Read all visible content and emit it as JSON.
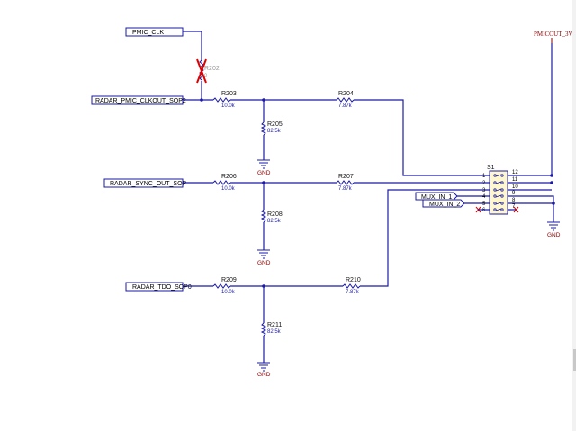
{
  "nets": {
    "pmic_clk": "PMIC_CLK",
    "radar_pmic_clkout": "RADAR_PMIC_CLKOUT_SOP2",
    "radar_sync_out": "RADAR_SYNC_OUT_SOP",
    "radar_tdo": "RADAR_TDO_SOP0",
    "mux_in_1": "MUX_IN_1",
    "mux_in_2": "MUX_IN_2",
    "pmicout_3v": "PMICOUT_3V"
  },
  "resistors": {
    "r202": {
      "ref": "R202",
      "value": "0"
    },
    "r203": {
      "ref": "R203",
      "value": "10.0k"
    },
    "r204": {
      "ref": "R204",
      "value": "7.87k"
    },
    "r205": {
      "ref": "R205",
      "value": "82.5k"
    },
    "r206": {
      "ref": "R206",
      "value": "10.0k"
    },
    "r207": {
      "ref": "R207",
      "value": "7.87k"
    },
    "r208": {
      "ref": "R208",
      "value": "82.5k"
    },
    "r209": {
      "ref": "R209",
      "value": "10.0k"
    },
    "r210": {
      "ref": "R210",
      "value": "7.87k"
    },
    "r211": {
      "ref": "R211",
      "value": "82.5k"
    }
  },
  "switch": {
    "ref": "S1",
    "left_pins": [
      "1",
      "2",
      "3",
      "4",
      "5",
      "6"
    ],
    "right_pins": [
      "12",
      "11",
      "10",
      "9",
      "8",
      "7"
    ]
  },
  "gnd_label": "GND",
  "colors": {
    "wire": "#1a1aa6",
    "power": "#8b0000",
    "dnp_mark": "#e00000"
  }
}
